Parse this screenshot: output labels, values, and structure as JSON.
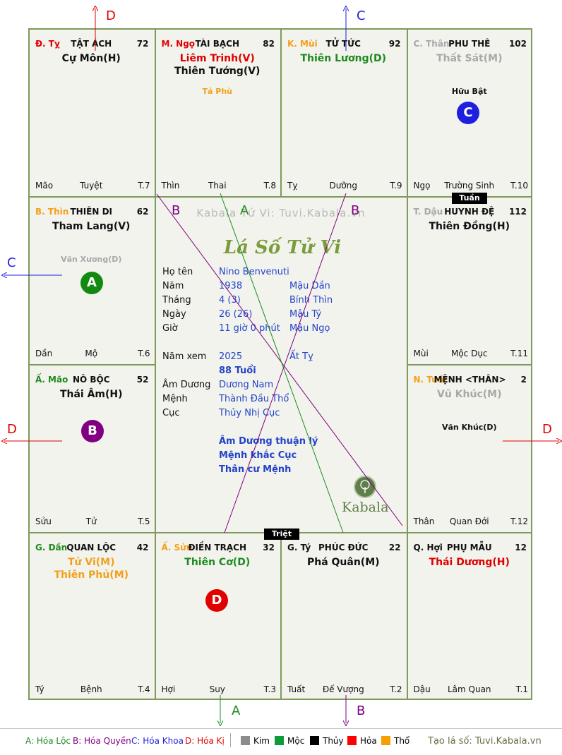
{
  "watermark": "Kabala Tử Vi: Tuvi.Kabala.vn",
  "center_title": "Lá Số Tử Vi",
  "brand": "Kabala",
  "colors": {
    "border": "#7e9a5d",
    "red": "#e00000",
    "orange": "#f3a01b",
    "green": "#1d8a1d",
    "purple": "#800080",
    "blue": "#1f1fe0",
    "gray": "#a8a8a8",
    "black": "#111111"
  },
  "arrows": {
    "top_left": "D",
    "top_right": "C",
    "left_upper": "C",
    "left_lower": "D",
    "right": "D",
    "bottom_left": "A",
    "bottom_right": "B"
  },
  "line_labels": {
    "b1": "B",
    "a1": "A",
    "b2": "B"
  },
  "tags": {
    "tuan": "Tuần",
    "triet": "Triệt"
  },
  "cells": [
    {
      "id": "ty-top",
      "can": "Đ. Tỵ",
      "can_color": "red",
      "name": "TẬT ÁCH",
      "num": "72",
      "stars": [
        {
          "text": "Cự Môn(H)",
          "color": "black"
        }
      ],
      "minors": [],
      "bl": "Mão",
      "bm": "Tuyệt",
      "br": "T.7"
    },
    {
      "id": "ngo",
      "can": "M. Ngọ",
      "can_color": "red",
      "name": "TÀI BẠCH",
      "num": "82",
      "stars": [
        {
          "text": "Liêm Trinh(V)",
          "color": "red"
        },
        {
          "text": "Thiên Tướng(V)",
          "color": "black"
        }
      ],
      "minors": [
        {
          "text": "Tả Phù",
          "color": "orange"
        }
      ],
      "bl": "Thìn",
      "bm": "Thai",
      "br": "T.8"
    },
    {
      "id": "mui",
      "can": "K. Mùi",
      "can_color": "orange",
      "name": "TỬ TỨC",
      "num": "92",
      "stars": [
        {
          "text": "Thiên Lương(D)",
          "color": "green"
        }
      ],
      "minors": [],
      "bl": "Tỵ",
      "bm": "Dưỡng",
      "br": "T.9"
    },
    {
      "id": "than-top",
      "can": "C. Thân",
      "can_color": "gray",
      "name": "PHU THÊ",
      "num": "102",
      "stars": [
        {
          "text": "Thất Sát(M)",
          "color": "gray"
        }
      ],
      "minors": [
        {
          "text": "Hữu Bật",
          "color": "black"
        }
      ],
      "bl": "Ngọ",
      "bm": "Trường Sinh",
      "br": "T.10"
    },
    {
      "id": "thin",
      "can": "B. Thìn",
      "can_color": "orange",
      "name": "THIÊN DI",
      "num": "62",
      "stars": [
        {
          "text": "Tham Lang(V)",
          "color": "black"
        }
      ],
      "minors": [
        {
          "text": "Văn Xương(D)",
          "color": "gray"
        }
      ],
      "bl": "Dần",
      "bm": "Mộ",
      "br": "T.6"
    },
    {
      "id": "dau",
      "can": "T. Dậu",
      "can_color": "gray",
      "name": "HUYNH ĐỆ",
      "num": "112",
      "stars": [
        {
          "text": "Thiên Đồng(H)",
          "color": "black"
        }
      ],
      "minors": [],
      "bl": "Mùi",
      "bm": "Mộc Dục",
      "br": "T.11"
    },
    {
      "id": "mao",
      "can": "Ấ. Mão",
      "can_color": "green",
      "name": "NÔ BỘC",
      "num": "52",
      "stars": [
        {
          "text": "Thái Âm(H)",
          "color": "black"
        }
      ],
      "minors": [],
      "bl": "Sửu",
      "bm": "Tử",
      "br": "T.5"
    },
    {
      "id": "tuat",
      "can": "N. Tuất",
      "can_color": "orange",
      "name": "MỆNH <THÂN>",
      "num": "2",
      "stars": [
        {
          "text": "Vũ Khúc(M)",
          "color": "gray"
        }
      ],
      "minors": [
        {
          "text": "Văn Khúc(D)",
          "color": "black"
        }
      ],
      "bl": "Thân",
      "bm": "Quan Đới",
      "br": "T.12"
    },
    {
      "id": "dan",
      "can": "G. Dần",
      "can_color": "green",
      "name": "QUAN LỘC",
      "num": "42",
      "stars": [
        {
          "text": "Tử Vi(M)",
          "color": "orange"
        },
        {
          "text": "Thiên Phủ(M)",
          "color": "orange"
        }
      ],
      "minors": [],
      "bl": "Tý",
      "bm": "Bệnh",
      "br": "T.4"
    },
    {
      "id": "suu",
      "can": "Ấ. Sửu",
      "can_color": "orange",
      "name": "ĐIỀN TRẠCH",
      "num": "32",
      "stars": [
        {
          "text": "Thiên Cơ(D)",
          "color": "green"
        }
      ],
      "minors": [],
      "bl": "Hợi",
      "bm": "Suy",
      "br": "T.3"
    },
    {
      "id": "ty-bot",
      "can": "G. Tý",
      "can_color": "black",
      "name": "PHÚC ĐỨC",
      "num": "22",
      "stars": [
        {
          "text": "Phá Quân(M)",
          "color": "black"
        }
      ],
      "minors": [],
      "bl": "Tuất",
      "bm": "Đế Vượng",
      "br": "T.2"
    },
    {
      "id": "hoi",
      "can": "Q. Hợi",
      "can_color": "black",
      "name": "PHỤ MẪU",
      "num": "12",
      "stars": [
        {
          "text": "Thái Dương(H)",
          "color": "red"
        }
      ],
      "minors": [],
      "bl": "Dậu",
      "bm": "Lâm Quan",
      "br": "T.1"
    }
  ],
  "circles": [
    {
      "id": "c",
      "letter": "C",
      "color": "blue"
    },
    {
      "id": "a",
      "letter": "A",
      "color": "green"
    },
    {
      "id": "b",
      "letter": "B",
      "color": "purple"
    },
    {
      "id": "d",
      "letter": "D",
      "color": "red"
    }
  ],
  "info": {
    "name_label": "Họ tên",
    "name_value": "Nino Benvenuti",
    "year_label": "Năm",
    "year_value": "1938",
    "year_cc": "Mậu Dần",
    "month_label": "Tháng",
    "month_value": "4  (3)",
    "month_cc": "Bính Thìn",
    "day_label": "Ngày",
    "day_value": "26  (26)",
    "day_cc": "Mậu Tý",
    "hour_label": "Giờ",
    "hour_value": "11 giờ 0 phút",
    "hour_cc": "Mậu Ngọ",
    "view_label": "Năm xem",
    "view_value": "2025",
    "view_cc": "Ất Tỵ",
    "age": "88 Tuổi",
    "amduong_label": "Âm Dương",
    "amduong_value": "Dương Nam",
    "menh_label": "Mệnh",
    "menh_value": "Thành Đầu Thổ",
    "cuc_label": "Cục",
    "cuc_value": "Thủy Nhị Cục",
    "note1": "Âm Dương thuận lý",
    "note2": "Mệnh khắc Cục",
    "note3": "Thân cư Mệnh"
  },
  "legend": {
    "a": "A: Hóa Lộc",
    "b": "B: Hóa Quyền",
    "c": "C: Hóa Khoa",
    "d": "D: Hóa Kị",
    "kim": "Kim",
    "moc": "Mộc",
    "thuy": "Thủy",
    "hoa": "Hỏa",
    "tho": "Thổ",
    "site": "Tạo lá số: Tuvi.Kabala.vn",
    "colors": {
      "kim": "#8c8c8c",
      "moc": "#109a3a",
      "thuy": "#000000",
      "hoa": "#ff0000",
      "tho": "#f5a000"
    }
  }
}
